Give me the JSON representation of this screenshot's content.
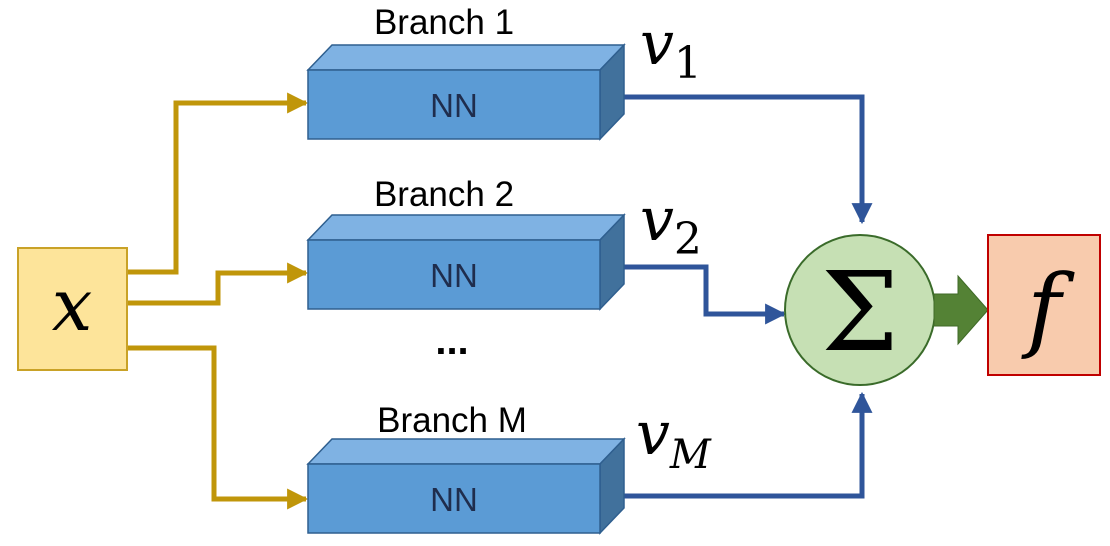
{
  "input": {
    "label": "x",
    "fill": "#fde49a",
    "stroke": "#c9a227"
  },
  "branches": [
    {
      "title": "Branch 1",
      "block": "NN",
      "output": "v",
      "output_sub": "1"
    },
    {
      "title": "Branch 2",
      "block": "NN",
      "output": "v",
      "output_sub": "2"
    },
    {
      "title": "Branch M",
      "block": "NN",
      "output": "v",
      "output_sub": "M"
    }
  ],
  "ellipsis": "...",
  "sum": {
    "symbol": "Σ",
    "fill": "#c6e0b4",
    "stroke": "#3a6b2a"
  },
  "output": {
    "label": "f",
    "fill": "#f8cbad",
    "stroke": "#c00000"
  },
  "colors": {
    "input_arrow": "#c0960a",
    "branch_arrow": "#2f559a",
    "sum_arrow": "#548235",
    "block_front": "#5b9bd5",
    "block_top": "#7fb2e3",
    "block_side": "#41719c",
    "block_stroke": "#2f5f8f"
  }
}
